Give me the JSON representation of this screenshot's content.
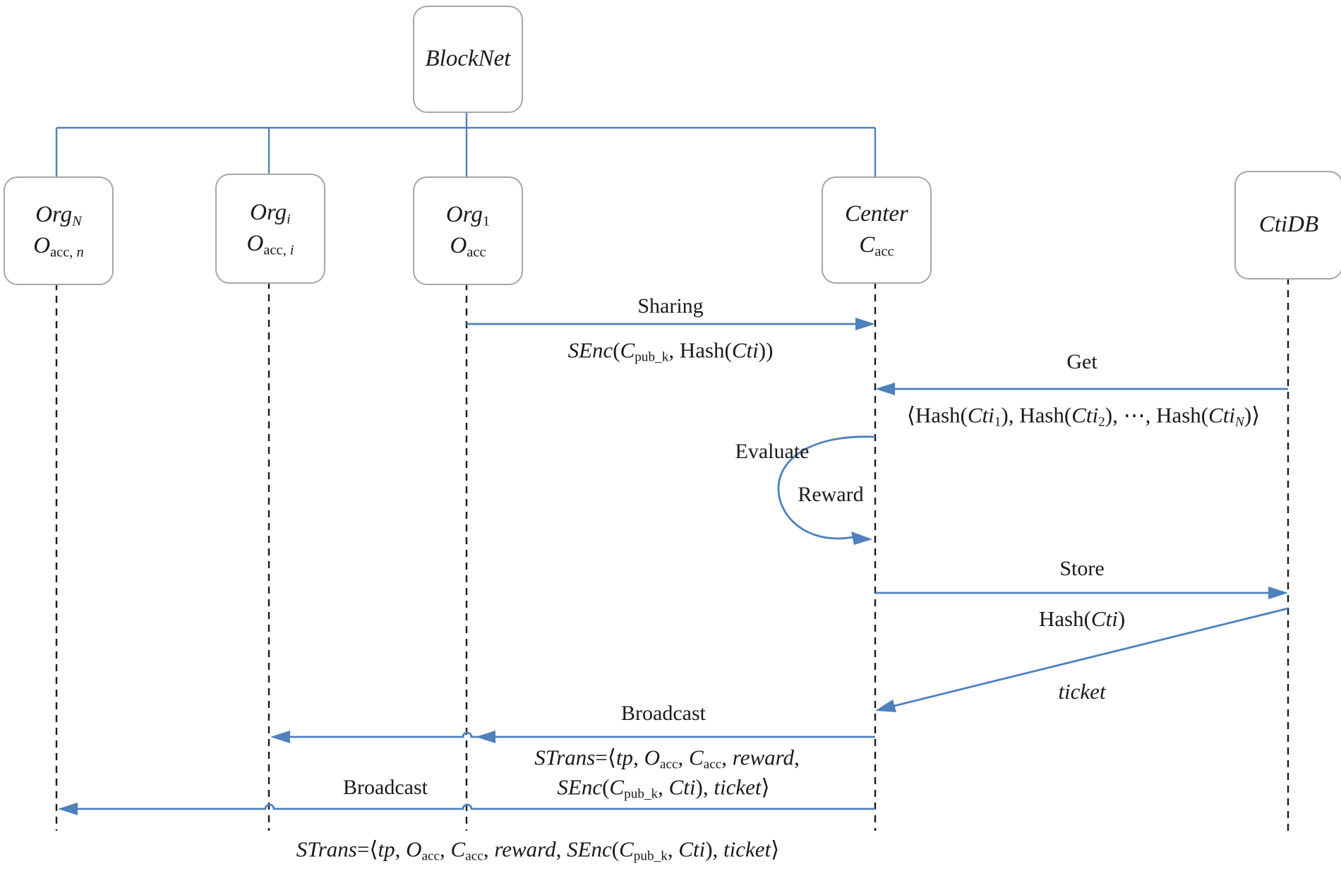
{
  "colors": {
    "accent_blue": "#4E81BD",
    "box_border": "#A6A6A6",
    "ink": "#1A1A1A",
    "background": "#FFFFFF"
  },
  "actors": {
    "blocknet": {
      "label": "BlockNet"
    },
    "org_n": {
      "line1": [
        [
          "Org",
          "i"
        ],
        [
          "N",
          "isub"
        ]
      ],
      "line2": [
        [
          "O",
          "i"
        ],
        [
          "acc, ",
          "sub"
        ],
        [
          "n",
          "isub"
        ]
      ]
    },
    "org_i": {
      "line1": [
        [
          "Org",
          "i"
        ],
        [
          "i",
          "isub"
        ]
      ],
      "line2": [
        [
          "O",
          "i"
        ],
        [
          "acc, ",
          "sub"
        ],
        [
          "i",
          "isub"
        ]
      ]
    },
    "org_1": {
      "line1": [
        [
          "Org",
          "i"
        ],
        [
          "1",
          "sub"
        ]
      ],
      "line2": [
        [
          "O",
          "i"
        ],
        [
          "acc",
          "sub"
        ]
      ]
    },
    "center": {
      "line1": "Center",
      "line2": [
        [
          "C",
          "i"
        ],
        [
          "acc",
          "sub"
        ]
      ]
    },
    "ctidb": {
      "label": "CtiDB"
    }
  },
  "messages": {
    "sharing": {
      "label": "Sharing",
      "payload": [
        [
          "SEnc",
          "i"
        ],
        [
          "(",
          ""
        ],
        [
          "C",
          "i"
        ],
        [
          "pub_k",
          "sub"
        ],
        [
          ", ",
          ""
        ],
        [
          "Hash(",
          ""
        ],
        [
          "Cti",
          "i"
        ],
        [
          "))",
          ""
        ]
      ]
    },
    "get": {
      "label": "Get",
      "payload": [
        [
          "⟨Hash(",
          ""
        ],
        [
          "Cti",
          "i"
        ],
        [
          "1",
          "sub"
        ],
        [
          "), Hash(",
          ""
        ],
        [
          "Cti",
          "i"
        ],
        [
          "2",
          "sub"
        ],
        [
          "), ⋯, Hash(",
          ""
        ],
        [
          "Cti",
          "i"
        ],
        [
          "N",
          "isub"
        ],
        [
          ")⟩",
          ""
        ]
      ]
    },
    "self_loop": {
      "label_top": "Evaluate",
      "label_inner": "Reward"
    },
    "store": {
      "label": "Store",
      "payload": [
        [
          "Hash(",
          ""
        ],
        [
          "Cti",
          "i"
        ],
        [
          ")",
          ""
        ]
      ]
    },
    "ticket": {
      "label": [
        [
          "ticket",
          "i"
        ]
      ]
    },
    "broadcast_1": {
      "label": "Broadcast",
      "payload_line1": [
        [
          "STrans",
          "i"
        ],
        [
          "=⟨",
          ""
        ],
        [
          "tp",
          "i"
        ],
        [
          ", ",
          ""
        ],
        [
          "O",
          "i"
        ],
        [
          "acc",
          "sub"
        ],
        [
          ", ",
          ""
        ],
        [
          "C",
          "i"
        ],
        [
          "acc",
          "sub"
        ],
        [
          ", ",
          ""
        ],
        [
          "reward",
          "i"
        ],
        [
          ",",
          ""
        ]
      ],
      "payload_line2": [
        [
          "SEnc",
          "i"
        ],
        [
          "(",
          ""
        ],
        [
          "C",
          "i"
        ],
        [
          "pub_k",
          "sub"
        ],
        [
          ", ",
          ""
        ],
        [
          "Cti",
          "i"
        ],
        [
          "), ",
          ""
        ],
        [
          "ticket",
          "i"
        ],
        [
          "⟩",
          ""
        ]
      ]
    },
    "broadcast_2": {
      "label": "Broadcast",
      "payload": [
        [
          "STrans",
          "i"
        ],
        [
          "=⟨",
          ""
        ],
        [
          "tp",
          "i"
        ],
        [
          ", ",
          ""
        ],
        [
          "O",
          "i"
        ],
        [
          "acc",
          "sub"
        ],
        [
          ", ",
          ""
        ],
        [
          "C",
          "i"
        ],
        [
          "acc",
          "sub"
        ],
        [
          ", ",
          ""
        ],
        [
          "reward",
          "i"
        ],
        [
          ", ",
          ""
        ],
        [
          "SEnc",
          "i"
        ],
        [
          "(",
          ""
        ],
        [
          "C",
          "i"
        ],
        [
          "pub_k",
          "sub"
        ],
        [
          ", ",
          ""
        ],
        [
          "Cti",
          "i"
        ],
        [
          "), ",
          ""
        ],
        [
          "ticket",
          "i"
        ],
        [
          "⟩",
          ""
        ]
      ]
    }
  }
}
